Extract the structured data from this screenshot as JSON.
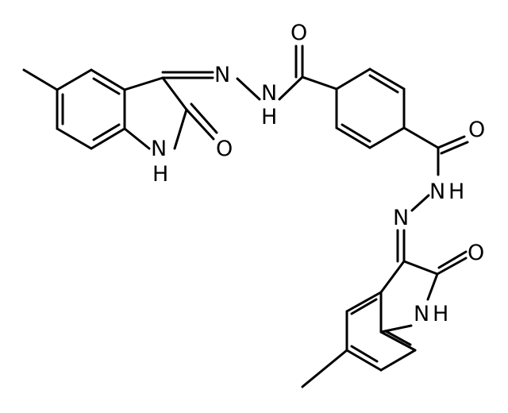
{
  "figure": {
    "type": "chemical-structure",
    "labels": {
      "o_top": "O",
      "o_right": "O",
      "o_left_lactam": "O",
      "o_lower_lactam": "O",
      "n_upper_imine": "N",
      "n_upper_hydrazide": "N",
      "h_upper_hydrazide": "H",
      "n_upper_indole": "N",
      "h_upper_indole": "H",
      "n_lower_hydrazide": "N",
      "h_lower_hydrazide": "H",
      "n_lower_imine": "N",
      "n_lower_indole": "N",
      "h_lower_indole": "H"
    }
  }
}
